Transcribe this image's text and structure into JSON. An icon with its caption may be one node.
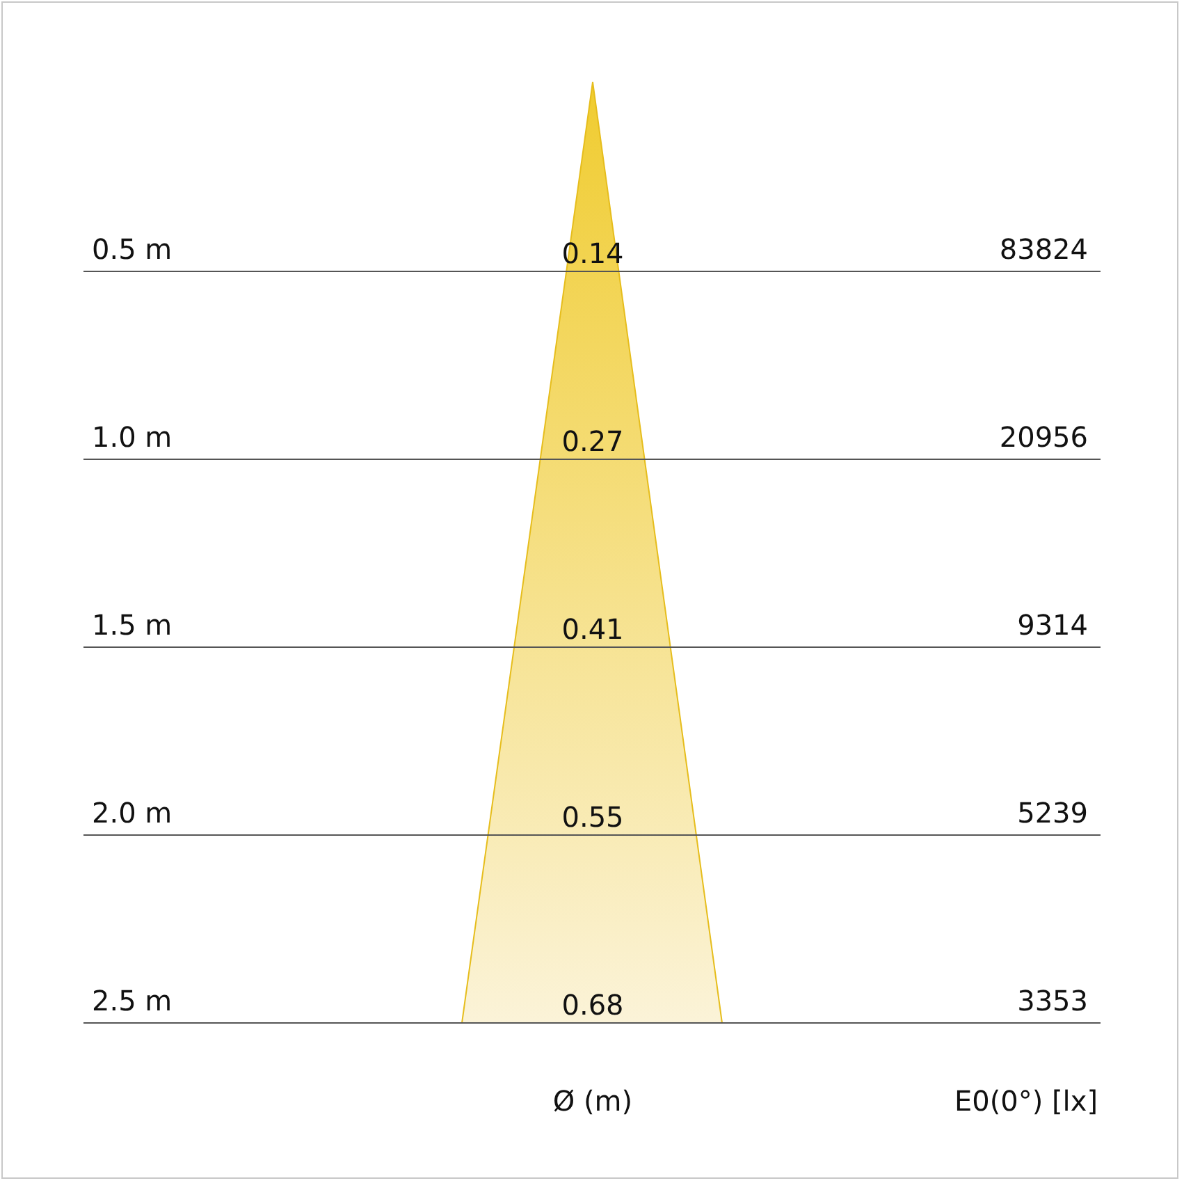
{
  "diagram": {
    "labels": [
      "0.5 m",
      "0.14",
      "83824",
      "1.0 m",
      "0.27",
      "20956",
      "1.5 m",
      "0.41",
      "9314",
      "2.0 m",
      "0.55",
      "5239",
      "2.5 m",
      "0.68",
      "3353",
      "Ø (m)",
      "E0(0°) [lx]"
    ]
  }
}
